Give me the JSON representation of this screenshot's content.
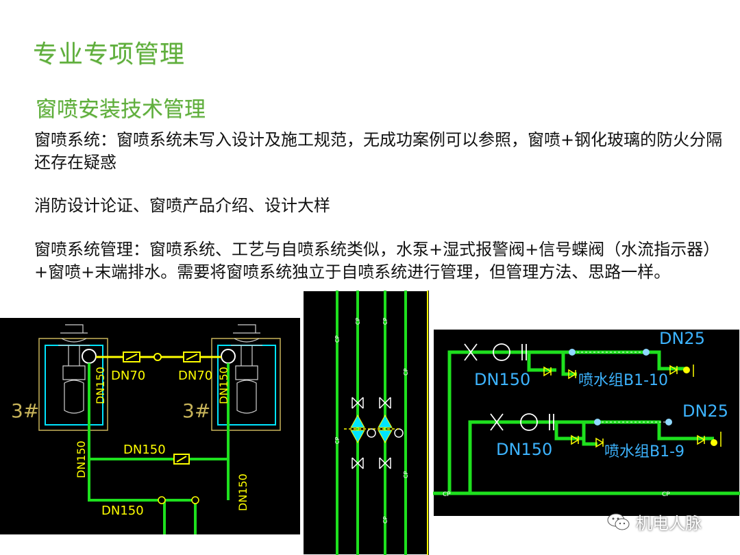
{
  "slide": {
    "title": "专业专项管理",
    "subtitle": "窗喷安装技术管理",
    "paragraphs": [
      "窗喷系统：窗喷系统未写入设计及施工规范，无成功案例可以参照，窗喷+钢化玻璃的防火分隔还存在疑惑",
      "消防设计论证、窗喷产品介绍、设计大样",
      "窗喷系统管理：窗喷系统、工艺与自喷系统类似，水泵+湿式报警阀+信号蝶阀（水流指示器）+窗喷+末端排水。需要将窗喷系统独立于自喷系统进行管理，但管理方法、思路一样。"
    ]
  },
  "drawings": {
    "left": {
      "labels": [
        "3#",
        "DN70",
        "DN70",
        "DN150",
        "3#",
        "DN150",
        "DN150",
        "DN150",
        "DN150",
        "DN150"
      ]
    },
    "middle": {
      "labels": [
        "CP",
        "CP",
        "CP",
        "CP",
        "CP",
        "CP",
        "CP"
      ]
    },
    "right": {
      "labels": [
        "DN25",
        "DN150",
        "喷水组B1-10",
        "DN25",
        "DN150",
        "喷水组B1-9",
        "CP",
        "CP"
      ]
    }
  },
  "watermark": {
    "text": "机电人脉",
    "icon": "wechat-icon"
  },
  "colors": {
    "title_green": "#5fae3c",
    "cad_background": "#000000",
    "pipe_green": "#1ee01e",
    "pipe_yellow": "#ffff00",
    "cad_cyan": "#00e5ff"
  }
}
